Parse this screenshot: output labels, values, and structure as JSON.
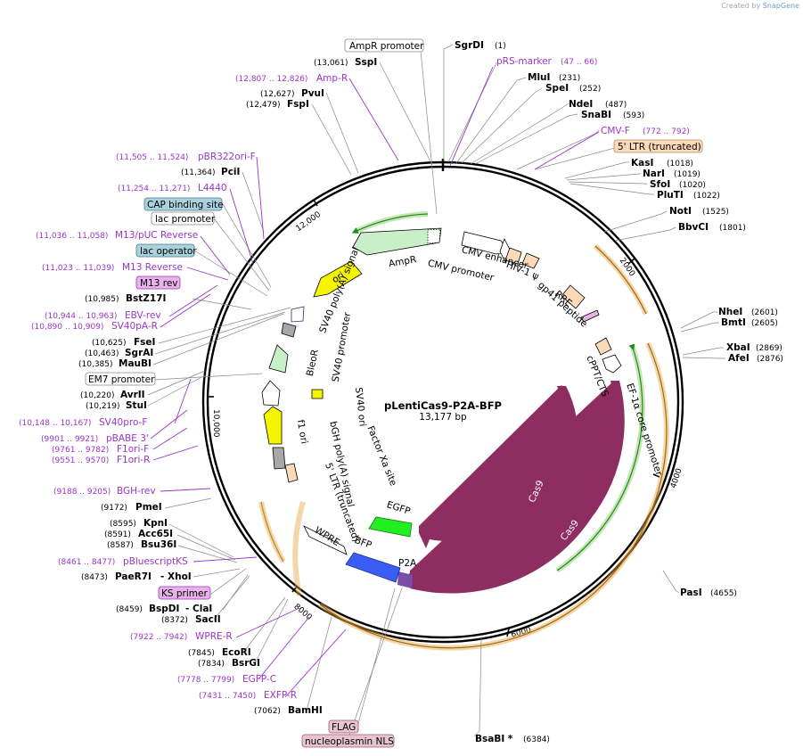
{
  "credit": {
    "prefix": "Created by",
    "brand": "SnapGene"
  },
  "plasmid": {
    "name": "pLentiCas9-P2A-BFP",
    "size": "13,177 bp"
  },
  "ticks": [
    "2000",
    "4000",
    "6000",
    "8000",
    "10,000",
    "12,000"
  ],
  "sites_right": [
    {
      "name": "SgrDI",
      "pos": "(1)"
    },
    {
      "name": "MluI",
      "pos": "(231)"
    },
    {
      "name": "SpeI",
      "pos": "(252)"
    },
    {
      "name": "NdeI",
      "pos": "(487)"
    },
    {
      "name": "SnaBI",
      "pos": "(593)"
    },
    {
      "name": "KasI",
      "pos": "(1018)"
    },
    {
      "name": "NarI",
      "pos": "(1019)"
    },
    {
      "name": "SfoI",
      "pos": "(1020)"
    },
    {
      "name": "PluTI",
      "pos": "(1022)"
    },
    {
      "name": "NotI",
      "pos": "(1525)"
    },
    {
      "name": "BbvCI",
      "pos": "(1801)"
    },
    {
      "name": "NheI",
      "pos": "(2601)"
    },
    {
      "name": "BmtI",
      "pos": "(2605)"
    },
    {
      "name": "XbaI",
      "pos": "(2869)"
    },
    {
      "name": "AfeI",
      "pos": "(2876)"
    },
    {
      "name": "PasI",
      "pos": "(4655)"
    },
    {
      "name": "BsaBI *",
      "pos": "(6384)"
    }
  ],
  "sites_left": [
    {
      "pos": "(13,061)",
      "name": "SspI"
    },
    {
      "pos": "(12,627)",
      "name": "PvuI"
    },
    {
      "pos": "(12,479)",
      "name": "FspI"
    },
    {
      "pos": "(11,364)",
      "name": "PciI"
    },
    {
      "pos": "(10,985)",
      "name": "BstZ17I"
    },
    {
      "pos": "(10,625)",
      "name": "FseI"
    },
    {
      "pos": "(10,463)",
      "name": "SgrAI"
    },
    {
      "pos": "(10,385)",
      "name": "MauBI"
    },
    {
      "pos": "(10,220)",
      "name": "AvrII"
    },
    {
      "pos": "(10,219)",
      "name": "StuI"
    },
    {
      "pos": "(9172)",
      "name": "PmeI"
    },
    {
      "pos": "(8595)",
      "name": "KpnI"
    },
    {
      "pos": "(8591)",
      "name": "Acc65I"
    },
    {
      "pos": "(8587)",
      "name": "Bsu36I"
    },
    {
      "pos": "(8473)",
      "name": "PaeR7I",
      "extra": "- XhoI"
    },
    {
      "pos": "(8459)",
      "name": "BspDI",
      "extra": "- ClaI"
    },
    {
      "pos": "(8372)",
      "name": "SacII"
    },
    {
      "pos": "(7845)",
      "name": "EcoRI"
    },
    {
      "pos": "(7834)",
      "name": "BsrGI"
    },
    {
      "pos": "(7062)",
      "name": "BamHI"
    }
  ],
  "primers": [
    {
      "name": "pRS-marker",
      "range": "(47 .. 66)"
    },
    {
      "name": "CMV-F",
      "range": "(772 .. 792)"
    },
    {
      "range": "(12,807 .. 12,826)",
      "name": "Amp-R"
    },
    {
      "range": "(11,505 .. 11,524)",
      "name": "pBR322ori-F"
    },
    {
      "range": "(11,254 .. 11,271)",
      "name": "L4440"
    },
    {
      "range": "(11,036 .. 11,058)",
      "name": "M13/pUC Reverse"
    },
    {
      "range": "(11,023 .. 11,039)",
      "name": "M13 Reverse"
    },
    {
      "range": "(10,944 .. 10,963)",
      "name": "EBV-rev"
    },
    {
      "range": "(10,890 .. 10,909)",
      "name": "SV40pA-R"
    },
    {
      "range": "(10,148 .. 10,167)",
      "name": "SV40pro-F"
    },
    {
      "range": "(9901 .. 9921)",
      "name": "pBABE 3'"
    },
    {
      "range": "(9761 .. 9782)",
      "name": "F1ori-F"
    },
    {
      "range": "(9551 .. 9570)",
      "name": "F1ori-R"
    },
    {
      "range": "(9188 .. 9205)",
      "name": "BGH-rev"
    },
    {
      "range": "(8461 .. 8477)",
      "name": "pBluescriptKS"
    },
    {
      "range": "(7922 .. 7942)",
      "name": "WPRE-R"
    },
    {
      "range": "(7778 .. 7799)",
      "name": "EGFP-C"
    },
    {
      "range": "(7431 .. 7450)",
      "name": "EXFP-R"
    }
  ],
  "boxes": {
    "ampr_promoter": "AmpR promoter",
    "ltr5_trunc": "5' LTR (truncated)",
    "cap_site": "CAP binding site",
    "lac_promoter": "lac promoter",
    "lac_operator": "lac operator",
    "m13_rev": "M13 rev",
    "em7_promoter": "EM7 promoter",
    "ks_primer": "KS primer",
    "flag": "FLAG",
    "nls": "nucleoplasmin NLS"
  },
  "features": {
    "ampr": "AmpR",
    "ori": "ori",
    "cmv_enhancer": "CMV enhancer",
    "cmv_promoter": "CMV promoter",
    "hiv_psi": "HIV-1 ψ",
    "rre": "RRE",
    "gp41": "gp41 peptide",
    "cppt": "cPPT/CTS",
    "ef1a": "EF-1α core promoter",
    "cas9_a": "Cas9",
    "cas9_b": "Cas9",
    "sv40_polya": "SV40 poly(A) signal",
    "bleor": "BleoR",
    "sv40_promoter": "SV40 promoter",
    "sv40_ori": "SV40 ori",
    "f1_ori": "f1 ori",
    "bgh_polya": "bGH poly(A) signal",
    "ltr5": "5' LTR (truncated)",
    "factor_xa": "Factor Xa site",
    "egfp": "EGFP",
    "wpre": "WPRE",
    "bfp": "BFP",
    "p2a": "P2A"
  },
  "colors": {
    "cas9": "#8e2d62",
    "orange_range": "#e9a53a",
    "green_range": "#5cb82e",
    "ori_yellow": "#f5f500",
    "ampr_green": "#c8f0c8",
    "egfp_green": "#22ee22",
    "bfp_blue": "#3a5ef5",
    "ltr_peach": "#fbd9b9",
    "primer_purple": "#9a35c8",
    "box_blue": "#a9d2de",
    "box_pink": "#e8b3e8",
    "box_rose": "#e8c4d0"
  }
}
